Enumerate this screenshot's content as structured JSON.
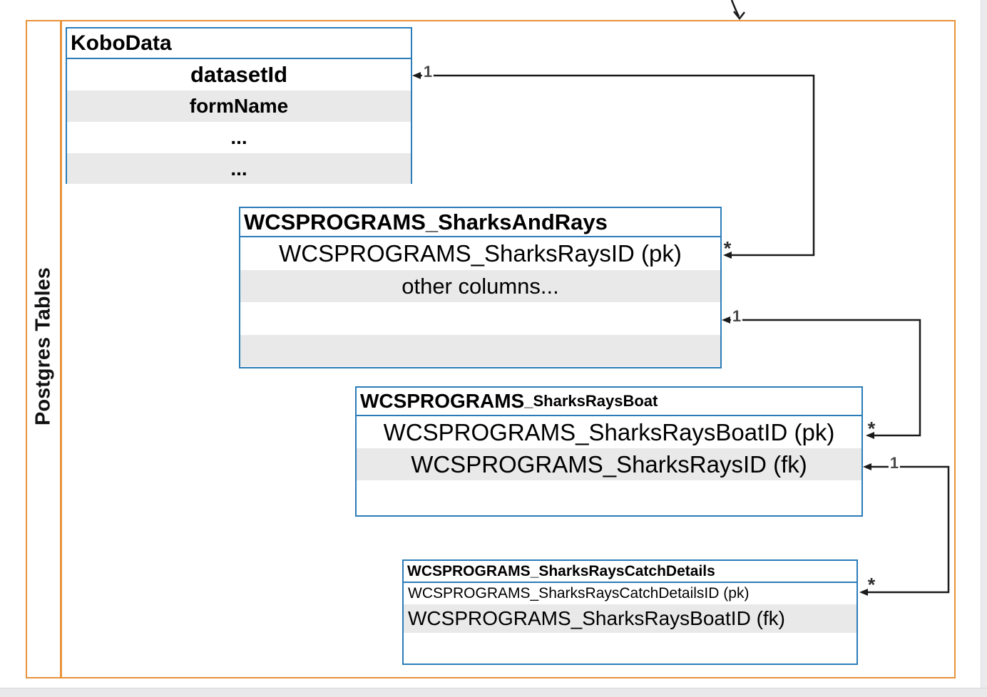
{
  "frame": {
    "label": "Postgres Tables",
    "border_color": "#e8923a"
  },
  "colors": {
    "table_border_blue": "#2b7cb8",
    "text_blue": "#2980b9",
    "text_red": "#c4394b",
    "row_alt_gray": "#e9e9e9",
    "connector_black": "#1a1a1a",
    "cardinality_gray": "#4a4a4a",
    "page_edge_gray": "#ebebee"
  },
  "tables": {
    "kobo_data": {
      "title": "KoboData",
      "rows": [
        {
          "text": "datasetId"
        },
        {
          "text": "formName"
        },
        {
          "text": "..."
        },
        {
          "text": "..."
        }
      ]
    },
    "sharks_and_rays": {
      "title": "WCSPROGRAMS_SharksAndRays",
      "rows": [
        {
          "text": "WCSPROGRAMS_SharksRaysID (pk)"
        },
        {
          "text": "other columns..."
        },
        {
          "text": ""
        },
        {
          "text": ""
        }
      ]
    },
    "sharks_rays_boat": {
      "title_main": "WCSPROGRAMS",
      "title_sub": "_SharksRaysBoat",
      "rows": [
        {
          "text": "WCSPROGRAMS_SharksRaysBoatID (pk)"
        },
        {
          "text": "WCSPROGRAMS_SharksRaysID (fk)"
        },
        {
          "text": ""
        }
      ]
    },
    "sharks_rays_catch_details": {
      "title": "WCSPROGRAMS_SharksRaysCatchDetails",
      "rows": [
        {
          "text": "WCSPROGRAMS_SharksRaysCatchDetailsID (pk)"
        },
        {
          "text": "WCSPROGRAMS_SharksRaysBoatID (fk)"
        },
        {
          "text": ""
        }
      ]
    }
  },
  "connectors": {
    "kobo_to_sharksrays": {
      "one": "1",
      "many": "*"
    },
    "sharksrays_to_boat": {
      "one": "1",
      "many": "*"
    },
    "boat_to_catchdetails": {
      "one": "1",
      "many": "*"
    }
  }
}
